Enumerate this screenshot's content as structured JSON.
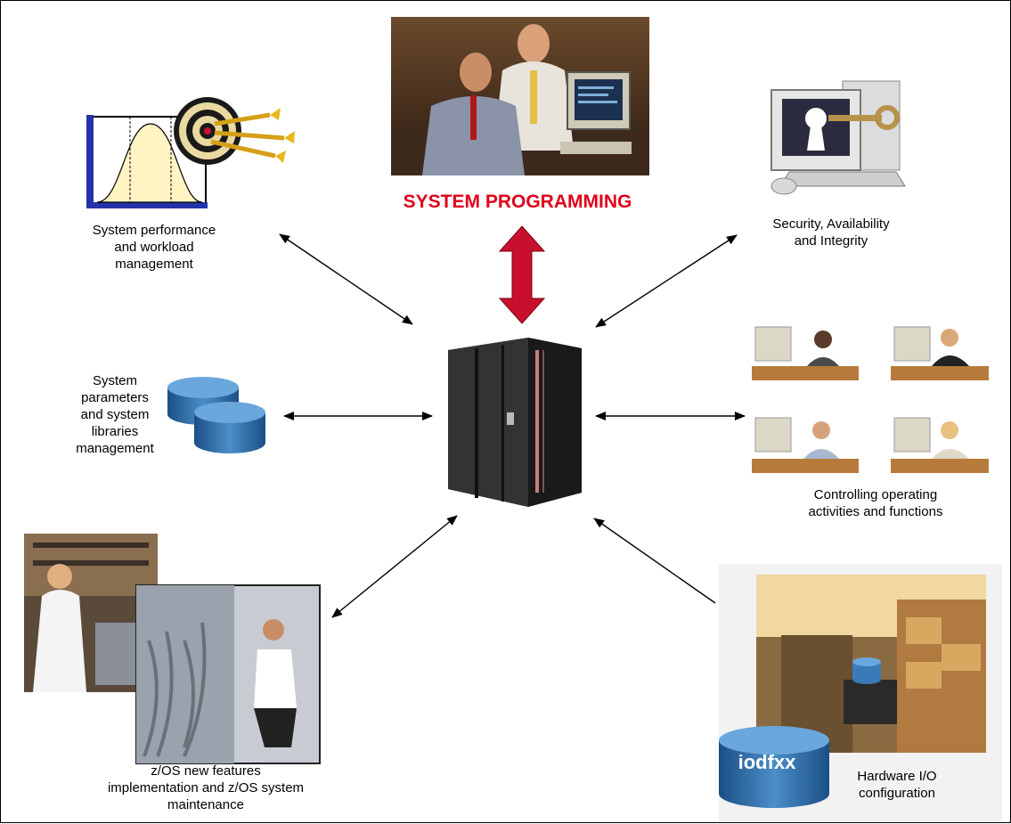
{
  "diagram": {
    "title": "SYSTEM PROGRAMMING",
    "nodes": {
      "performance": "System performance\nand workload\nmanagement",
      "security": "Security, Availability\nand Integrity",
      "parameters": "System\nparameters\nand system\nlibraries\nmanagement",
      "operating": "Controlling operating\nactivities and functions",
      "zos": "z/OS new features\nimplementation and z/OS system\nmaintenance",
      "hardware": "Hardware I/O\nconfiguration"
    },
    "dataset_label": "iodfxx",
    "icons": [
      "programmers-photo",
      "target-chart-icon",
      "secure-computer-icon",
      "database-cylinders-icon",
      "mainframe-server-icon",
      "operators-photos",
      "hardware-maintenance-photos",
      "warehouse-photo",
      "iodf-dataset-icon"
    ],
    "colors": {
      "title": "#e0001a",
      "central_arrow": "#c8102e",
      "arrows": "#000000"
    }
  }
}
